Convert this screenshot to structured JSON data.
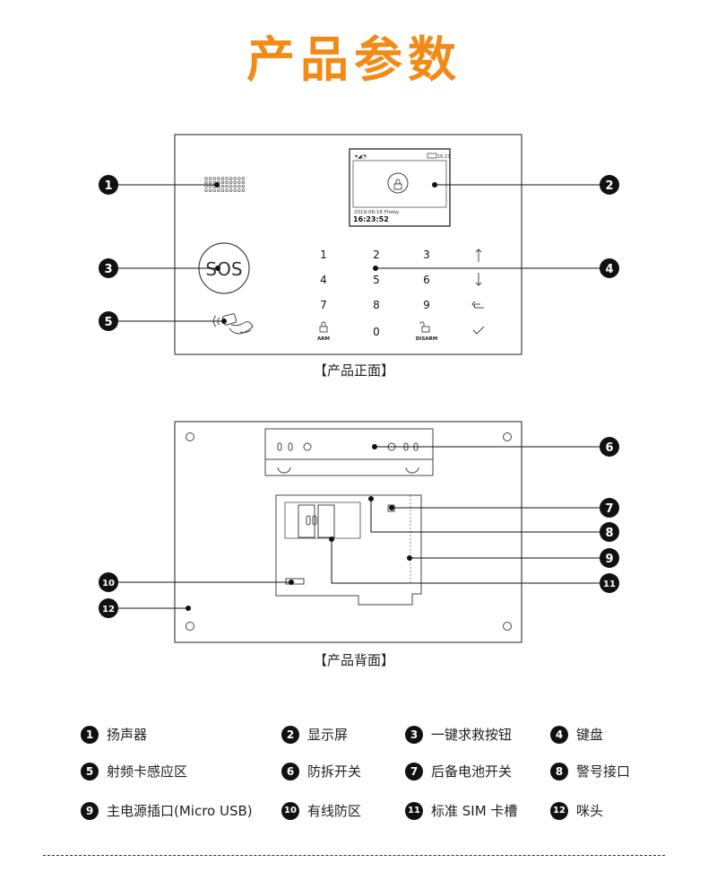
{
  "title": "产品参数",
  "front_caption": "【产品正面】",
  "back_caption": "【产品背面】",
  "front": {
    "sos_label": "SOS",
    "screen": {
      "date": "2019-08-16 Friday",
      "time": "16:23:52",
      "status_time": "16:23"
    },
    "keys": [
      "1",
      "2",
      "3",
      "4",
      "5",
      "6",
      "7",
      "8",
      "9",
      "0"
    ],
    "arm_label": "ARM",
    "disarm_label": "DISARM"
  },
  "callouts": [
    "1",
    "2",
    "3",
    "4",
    "5",
    "6",
    "7",
    "8",
    "9",
    "10",
    "11",
    "12"
  ],
  "legend": [
    {
      "num": "1",
      "label": "扬声器"
    },
    {
      "num": "2",
      "label": "显示屏"
    },
    {
      "num": "3",
      "label": "一键求救按钮"
    },
    {
      "num": "4",
      "label": "键盘"
    },
    {
      "num": "5",
      "label": "射频卡感应区"
    },
    {
      "num": "6",
      "label": "防拆开关"
    },
    {
      "num": "7",
      "label": "后备电池开关"
    },
    {
      "num": "8",
      "label": "警号接口"
    },
    {
      "num": "9",
      "label": "主电源插口(Micro USB)"
    },
    {
      "num": "10",
      "label": "有线防区"
    },
    {
      "num": "11",
      "label": "标准 SIM 卡槽"
    },
    {
      "num": "12",
      "label": "咪头"
    }
  ]
}
